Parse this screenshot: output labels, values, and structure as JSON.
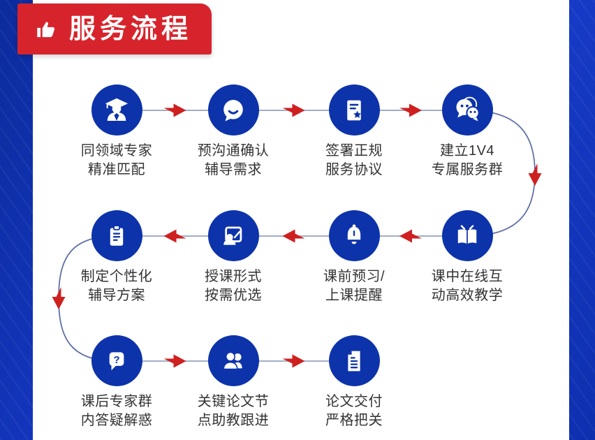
{
  "theme": {
    "colors": {
      "page-blue": "#1434bd",
      "page-blue-dark": "#0a2794",
      "banner-red": "#d7242c",
      "arrow-red": "#cf2020",
      "circle-blue": "#0d33ab",
      "line-gray": "#a3adc6",
      "curve-blue": "#5f6fa8",
      "label-text": "#333333",
      "card-white": "#ffffff"
    }
  },
  "banner": {
    "title": "服务流程",
    "icon": "thumbs-up-icon"
  },
  "flow": {
    "steps": [
      {
        "line1": "同领域专家",
        "line2": "精准匹配",
        "icon": "graduate-icon"
      },
      {
        "line1": "预沟通确认",
        "line2": "辅导需求",
        "icon": "chat-smile-icon"
      },
      {
        "line1": "签署正规",
        "line2": "服务协议",
        "icon": "contract-icon"
      },
      {
        "line1": "建立1V4",
        "line2": "专属服务群",
        "icon": "wechat-icon"
      },
      {
        "line1": "课中在线互",
        "line2": "动高效教学",
        "icon": "open-book-icon"
      },
      {
        "line1": "课前预习/",
        "line2": "上课提醒",
        "icon": "bell-icon"
      },
      {
        "line1": "授课形式",
        "line2": "按需优选",
        "icon": "presentation-icon"
      },
      {
        "line1": "制定个性化",
        "line2": "辅导方案",
        "icon": "clipboard-icon"
      },
      {
        "line1": "课后专家群",
        "line2": "内答疑解惑",
        "icon": "question-bubble-icon"
      },
      {
        "line1": "关键论文节",
        "line2": "点助教跟进",
        "icon": "users-icon"
      },
      {
        "line1": "论文交付",
        "line2": "严格把关",
        "icon": "paper-icon"
      }
    ]
  }
}
